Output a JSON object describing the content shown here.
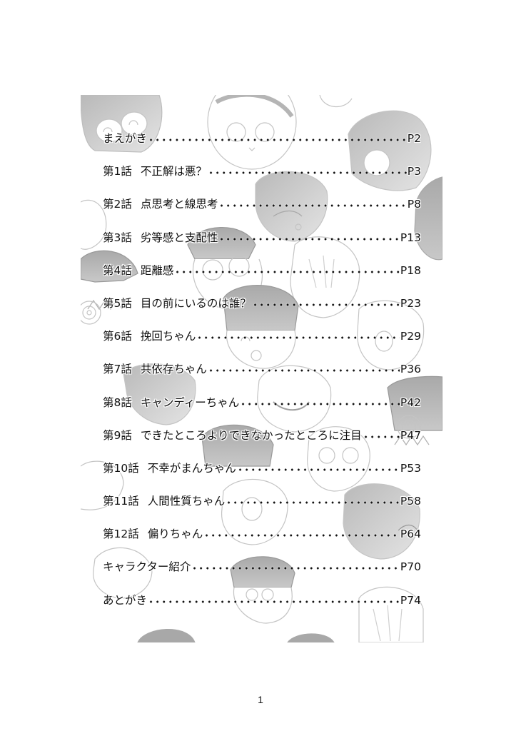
{
  "page": {
    "type": "table-of-contents",
    "page_number": "1"
  },
  "toc": {
    "entries": [
      {
        "chapter": "",
        "title": "まえがき",
        "page": "P2"
      },
      {
        "chapter": "第1話",
        "title": "不正解は悪？",
        "page": "P3"
      },
      {
        "chapter": "第2話",
        "title": "点思考と線思考",
        "page": "P8"
      },
      {
        "chapter": "第3話",
        "title": "劣等感と支配性",
        "page": "P13"
      },
      {
        "chapter": "第4話",
        "title": "距離感",
        "page": "P18"
      },
      {
        "chapter": "第5話",
        "title": "目の前にいるのは誰？",
        "page": "P23"
      },
      {
        "chapter": "第6話",
        "title": "挽回ちゃん",
        "page": "P29"
      },
      {
        "chapter": "第7話",
        "title": "共依存ちゃん",
        "page": "P36"
      },
      {
        "chapter": "第8話",
        "title": "キャンディーちゃん",
        "page": "P42"
      },
      {
        "chapter": "第9話",
        "title": "できたところよりできなかったところに注目",
        "page": "P47"
      },
      {
        "chapter": "第10話",
        "title": "不幸がまんちゃん",
        "page": "P53"
      },
      {
        "chapter": "第11話",
        "title": "人間性質ちゃん",
        "page": "P58"
      },
      {
        "chapter": "第12話",
        "title": "偏りちゃん",
        "page": "P64"
      },
      {
        "chapter": "",
        "title": "キャラクター紹介",
        "page": "P70"
      },
      {
        "chapter": "",
        "title": "あとがき",
        "page": "P74"
      }
    ]
  },
  "colors": {
    "text": "#111111",
    "background": "#ffffff",
    "illustration_line": "#c4c4c4",
    "illustration_fill": "#a8a8a8"
  }
}
